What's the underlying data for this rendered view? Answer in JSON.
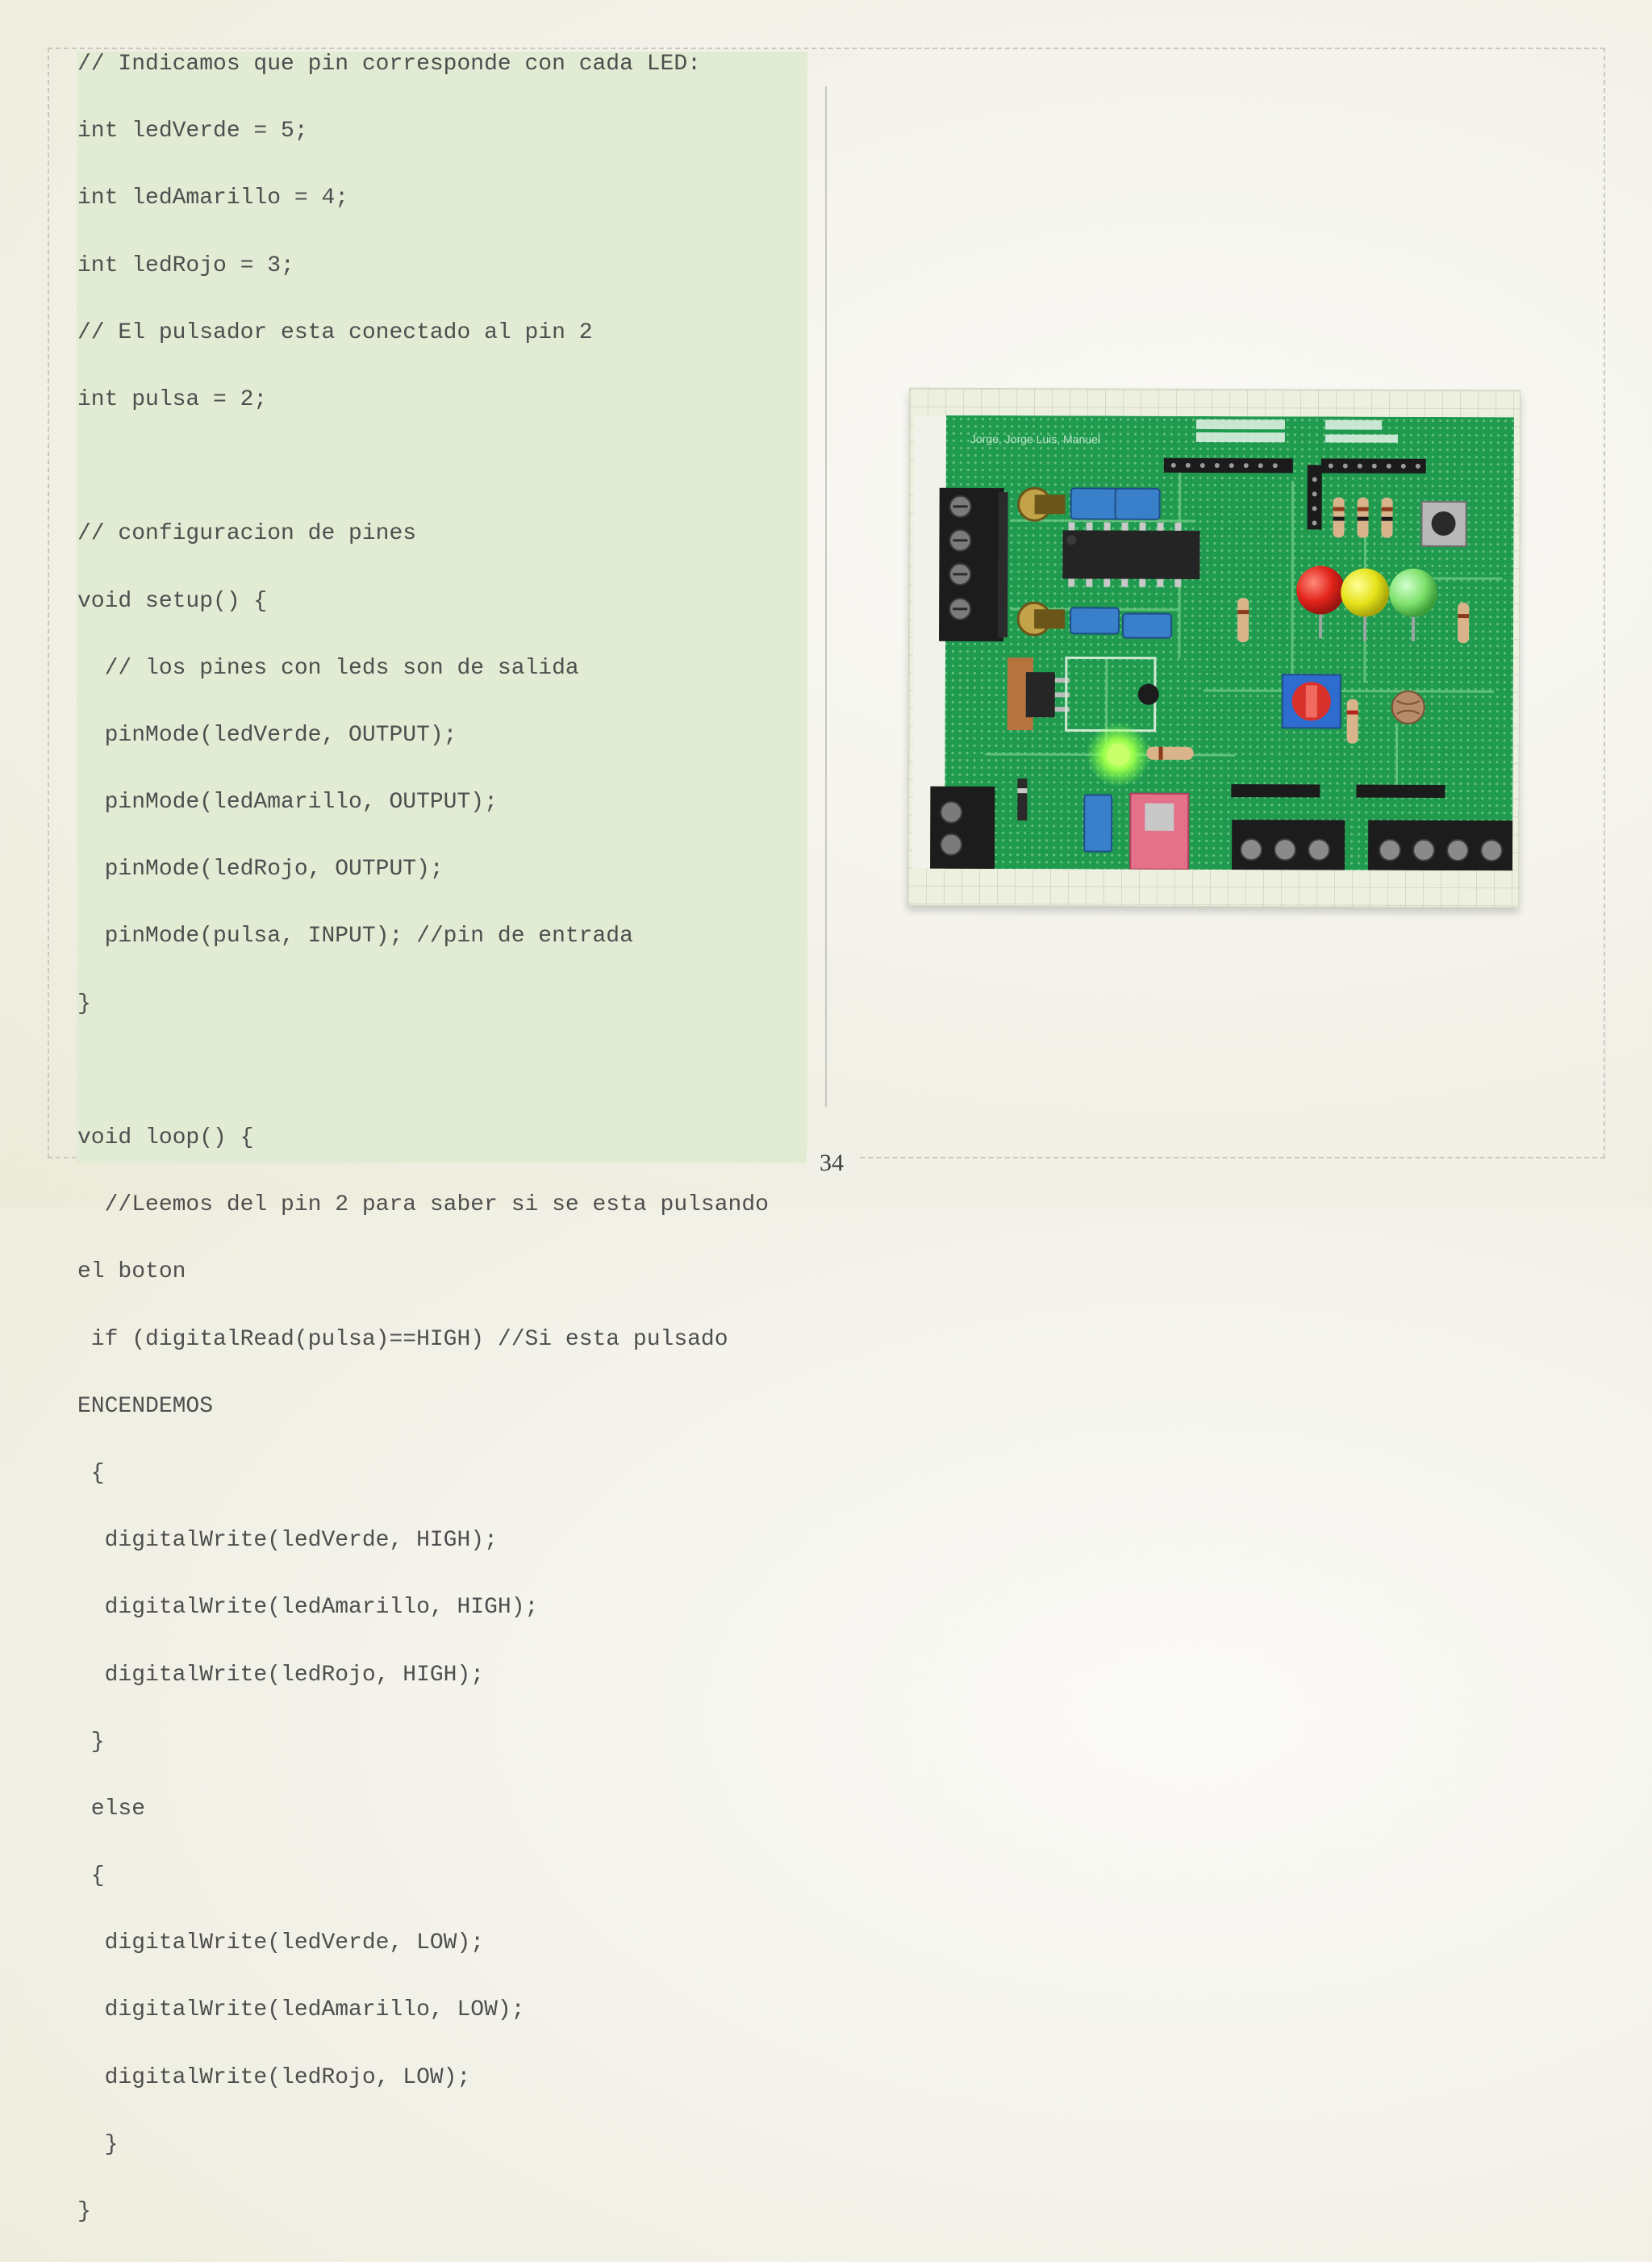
{
  "code": {
    "lines": [
      "// Indicamos que pin corresponde con cada LED:",
      "int ledVerde = 5;",
      "int ledAmarillo = 4;",
      "int ledRojo = 3;",
      "// El pulsador esta conectado al pin 2",
      "int pulsa = 2;",
      "",
      "// configuracion de pines",
      "void setup() {",
      "  // los pines con leds son de salida",
      "  pinMode(ledVerde, OUTPUT);",
      "  pinMode(ledAmarillo, OUTPUT);",
      "  pinMode(ledRojo, OUTPUT);",
      "  pinMode(pulsa, INPUT); //pin de entrada",
      "}",
      "",
      "void loop() {",
      "  //Leemos del pin 2 para saber si se esta pulsando",
      "el boton",
      " if (digitalRead(pulsa)==HIGH) //Si esta pulsado",
      "ENCENDEMOS",
      " {",
      "  digitalWrite(ledVerde, HIGH);",
      "  digitalWrite(ledAmarillo, HIGH);",
      "  digitalWrite(ledRojo, HIGH);",
      " }",
      " else",
      " {",
      "  digitalWrite(ledVerde, LOW);",
      "  digitalWrite(ledAmarillo, LOW);",
      "  digitalWrite(ledRojo, LOW);",
      "  }",
      "}"
    ]
  },
  "photo": {
    "subject": "pcb-board",
    "board_color": "#1f9a4f",
    "silkscreen_text": [
      "Jorge, Jorge Luis, Manuel"
    ]
  },
  "page": {
    "number": "34"
  }
}
